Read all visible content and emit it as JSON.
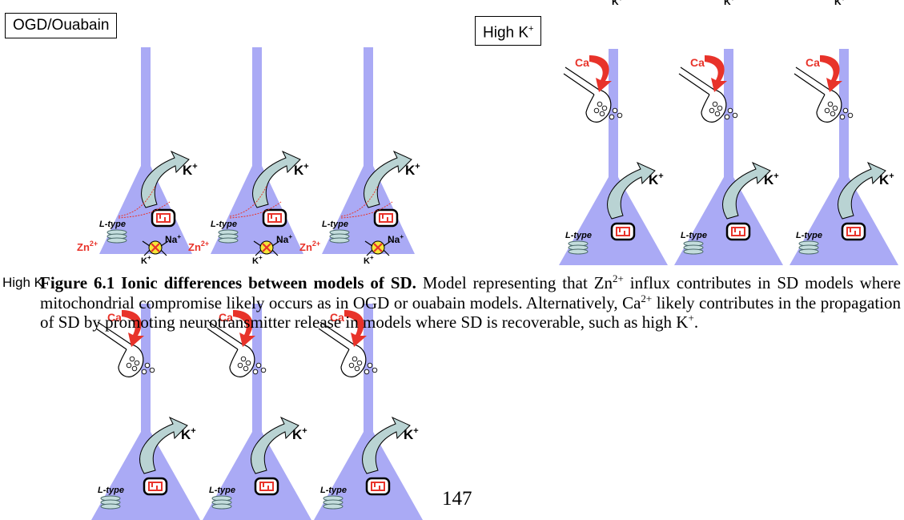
{
  "panels": {
    "ogd": {
      "label": "OGD/Ouabain"
    },
    "highk": {
      "label_base": "High K",
      "label_sup": "+"
    },
    "highk_overlap": {
      "label": "High K"
    }
  },
  "labels": {
    "k_ion": "K",
    "plus": "+",
    "ca_ion": "Ca",
    "ca_charge": "2+",
    "zn_ion": "Zn",
    "zn_charge": "2+",
    "na_ion": "Na",
    "ltype": "L-type"
  },
  "caption": {
    "figure_label": "Figure 6.1 Ionic differences between models of SD.",
    "text_1": " Model representing that Zn",
    "sup_1": "2+",
    "text_2": " influx contributes in SD models where mitochondrial compromise likely occurs as in OGD or ouabain models. Alternatively, Ca",
    "sup_2": "2+",
    "text_3": " likely contributes in the propagation of SD by promoting neurotransmitter release in models where SD is recoverable, such as high K",
    "sup_3": "+",
    "text_4": "."
  },
  "page_number": "147",
  "colors": {
    "neuron": "#aaaaf5",
    "mito_outline": "#000000",
    "mito_inner": "#e8332a",
    "ion_red": "#e8332a",
    "k_arrow": "#b9d3d3",
    "ltype_fill": "#c4dddd",
    "pump_fill": "#f5e63a"
  }
}
